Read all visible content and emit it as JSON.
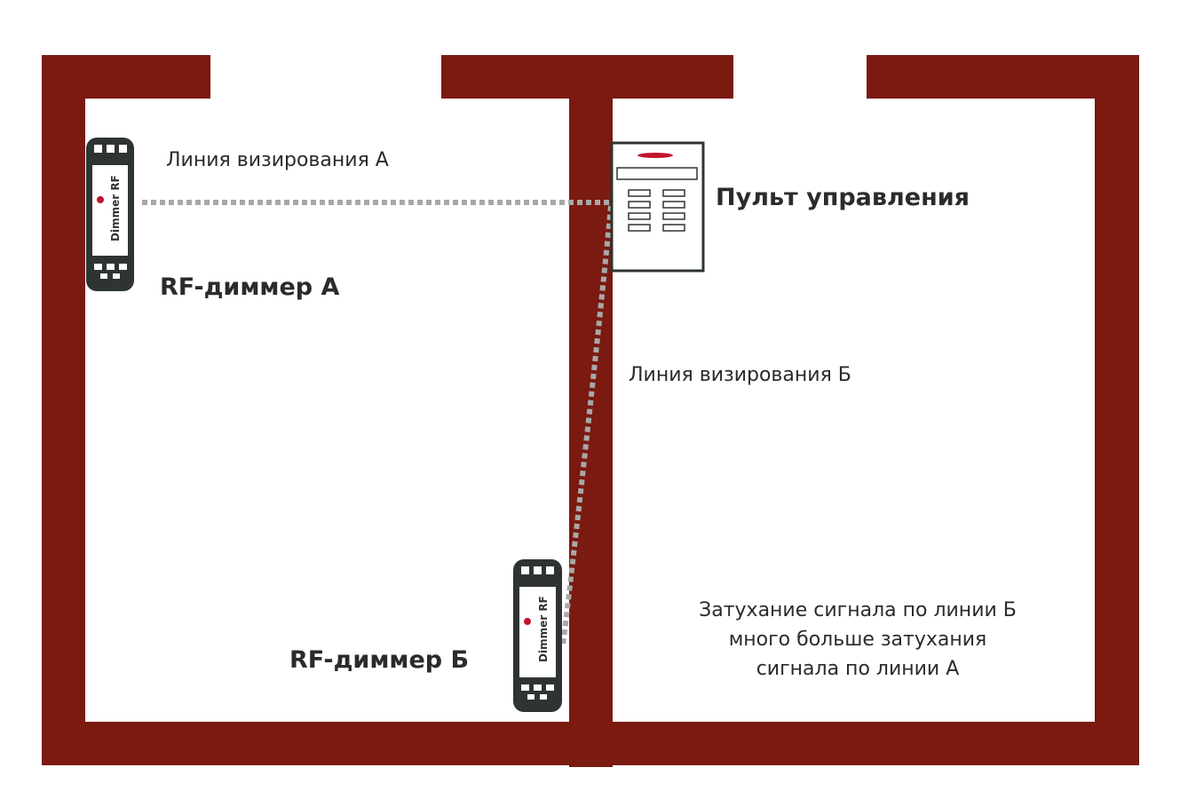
{
  "labels": {
    "line_a": "Линия визирования А",
    "line_b": "Линия визирования Б",
    "dimmer_a": "RF-диммер А",
    "dimmer_b": "RF-диммер Б",
    "control_panel": "Пульт управления",
    "note": [
      "Затухание сигнала по линии Б",
      "много больше затухания",
      "сигнала по линии А"
    ]
  },
  "device_text": "Dimmer RF",
  "colors": {
    "wall": "#7a1a10",
    "device": "#2e3432",
    "line": "#a8a8a8",
    "logo": "#c0142a"
  }
}
